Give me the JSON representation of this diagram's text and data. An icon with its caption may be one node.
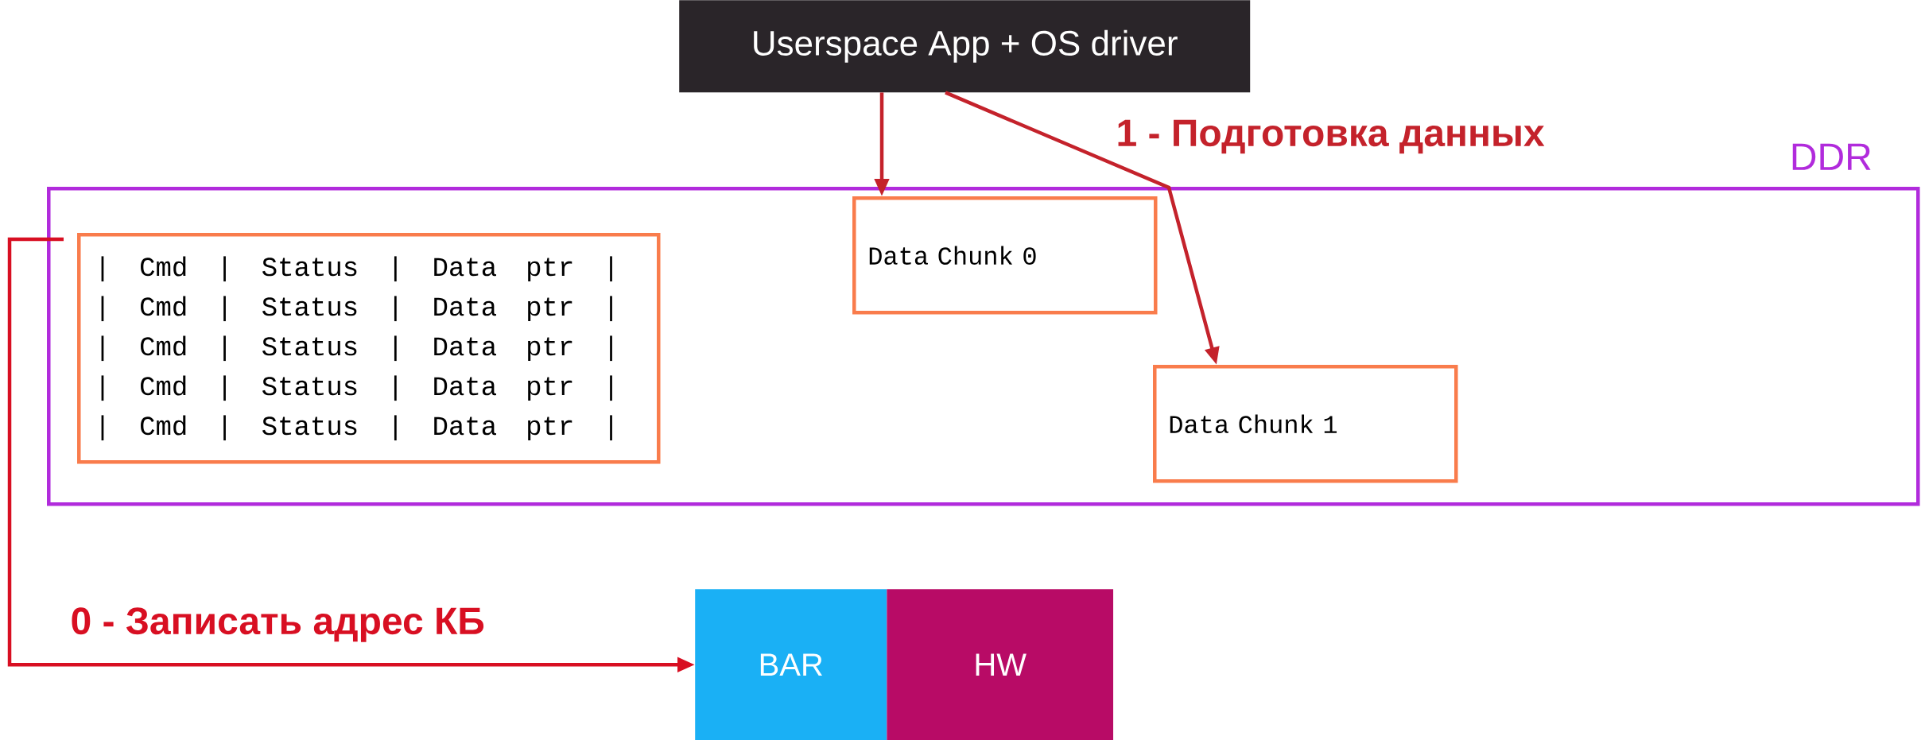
{
  "diagram": {
    "nodes": [
      {
        "text": [
          "Userspace App + OS driver"
        ]
      },
      {
        "text": [
          "DDR"
        ]
      },
      {
        "text": [
          "| Cmd | Status | Data ptr |",
          "| Cmd | Status | Data ptr |",
          "| Cmd | Status | Data ptr |",
          "| Cmd | Status | Data ptr |",
          "| Cmd | Status | Data ptr |"
        ],
        "in": 1
      },
      {
        "text": [
          "Data Chunk 0"
        ],
        "in": 1
      },
      {
        "text": [
          "Data Chunk 1"
        ],
        "in": 1
      },
      {
        "text": [
          "BAR"
        ]
      },
      {
        "text": [
          "HW"
        ]
      }
    ],
    "edges": [
      {
        "from": 0,
        "to": 3,
        "arrow": "to"
      },
      {
        "from": 0,
        "to": 4,
        "arrow": "to"
      },
      {
        "from": 2,
        "to": 5,
        "arrow": "to",
        "label": "0 - Записать адрес КБ",
        "color": "#d80f22"
      }
    ],
    "labels": [
      "1 - Подготовка данных"
    ]
  }
}
